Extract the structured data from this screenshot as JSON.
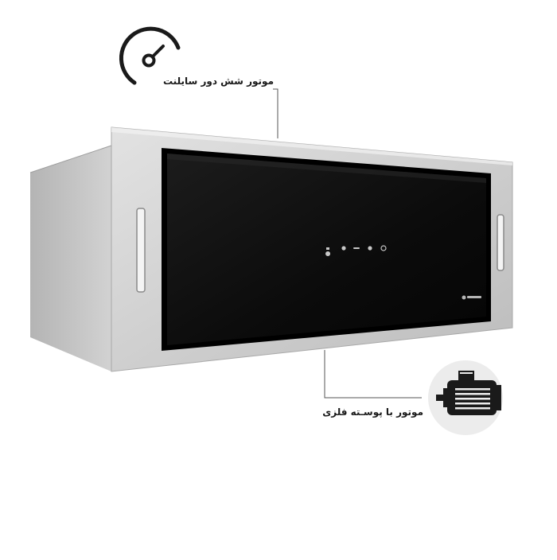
{
  "features": {
    "silent_motor": {
      "label": "موتور شش دور سایلنت",
      "icon": "speedometer-icon"
    },
    "metal_motor": {
      "label": "موتور با پوسـته فلزی",
      "icon": "motor-icon"
    }
  },
  "product": {
    "type": "built-in cooker hood",
    "panel_color": "#0c0c0c",
    "frame_color": "#c9c9c9",
    "brand_logo": "logo"
  },
  "colors": {
    "accent": "#1a1a1a",
    "badge_bg": "#ececec"
  }
}
